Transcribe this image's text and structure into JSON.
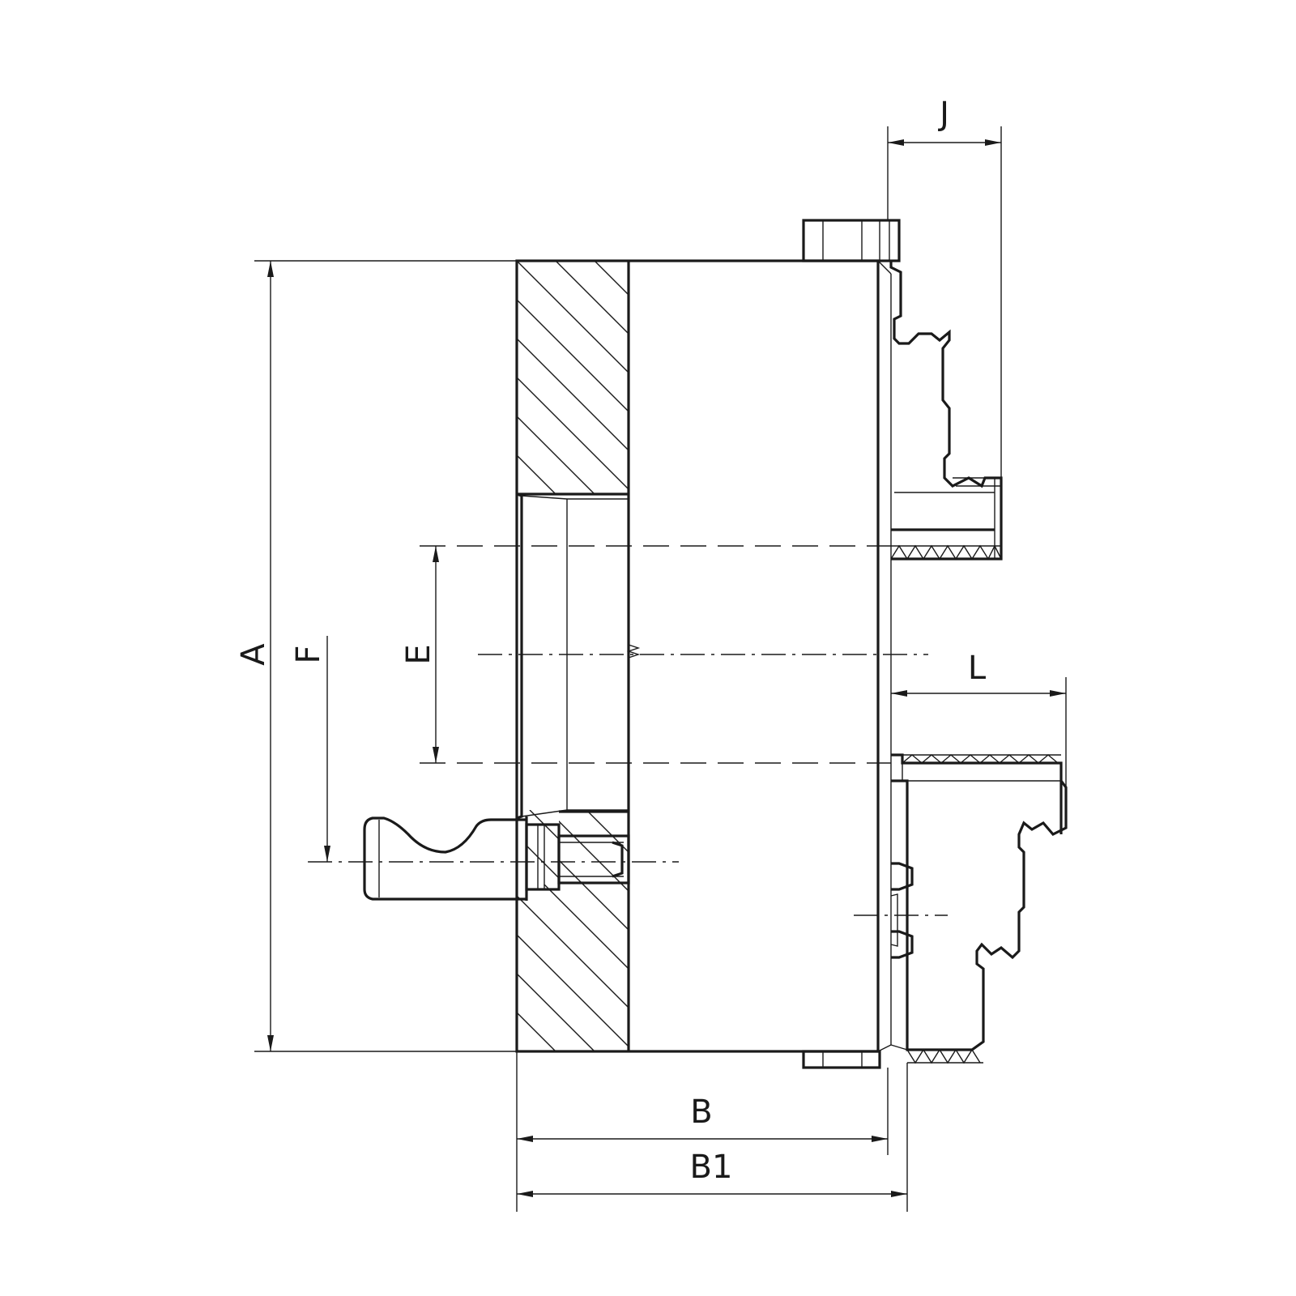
{
  "labels": {
    "A": "A",
    "F": "F",
    "E": "E",
    "B": "B",
    "B1": "B1",
    "J": "J",
    "L": "L"
  },
  "colors": {
    "stroke": "#1a1a1a",
    "background": "#ffffff"
  }
}
